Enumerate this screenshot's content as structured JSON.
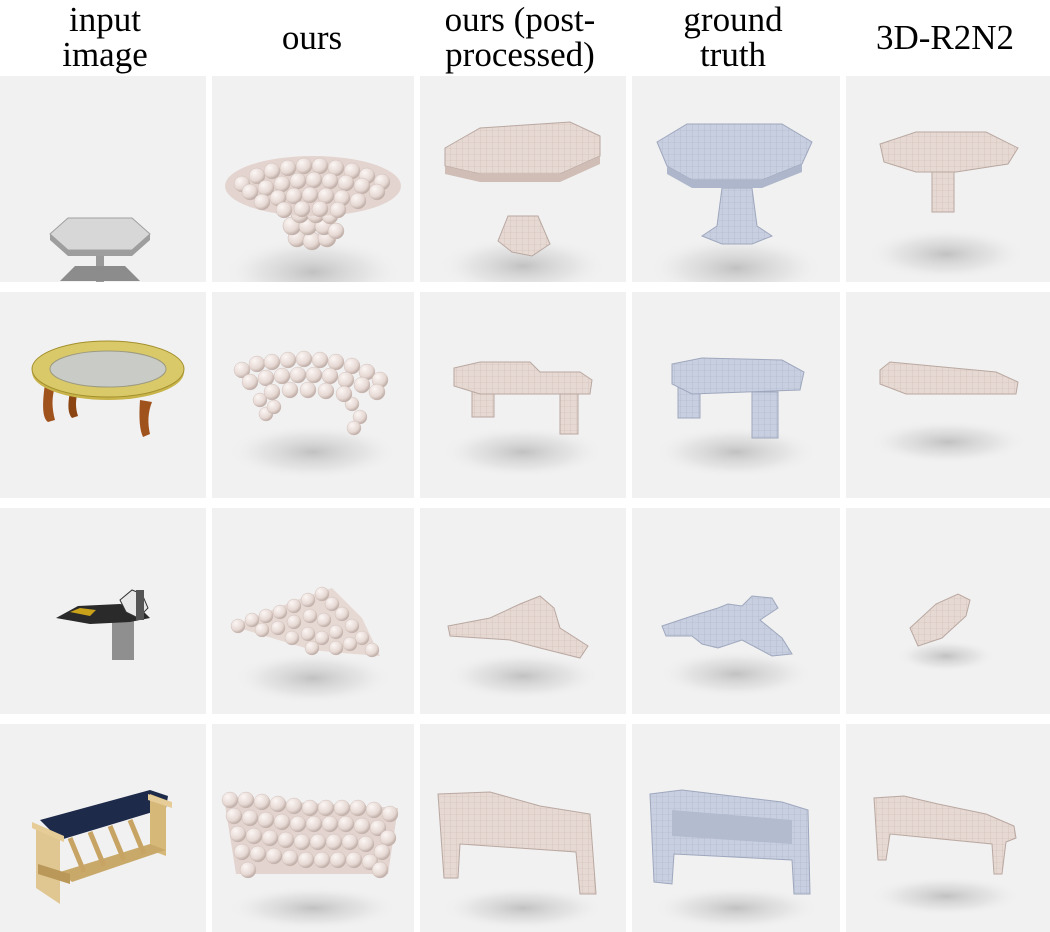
{
  "headers": [
    {
      "lines": [
        "input",
        "image"
      ]
    },
    {
      "lines": [
        "ours"
      ]
    },
    {
      "lines": [
        "ours (post-",
        "processed)"
      ]
    },
    {
      "lines": [
        "ground",
        "truth"
      ]
    },
    {
      "lines": [
        "3D-R2N2"
      ]
    }
  ],
  "rows": [
    {
      "object": "octagonal-table",
      "cells": [
        "input-image",
        "ours",
        "ours-post-processed",
        "ground-truth",
        "3d-r2n2"
      ]
    },
    {
      "object": "oval-coffee-table",
      "cells": [
        "input-image",
        "ours",
        "ours-post-processed",
        "ground-truth",
        "3d-r2n2"
      ]
    },
    {
      "object": "airplane",
      "cells": [
        "input-image",
        "ours",
        "ours-post-processed",
        "ground-truth",
        "3d-r2n2"
      ]
    },
    {
      "object": "bench",
      "cells": [
        "input-image",
        "ours",
        "ours-post-processed",
        "ground-truth",
        "3d-r2n2"
      ]
    }
  ],
  "colors": {
    "background": "#f1f1f1",
    "ours": "#eee3df",
    "post_processed": "#e9ddd8",
    "ground_truth": "#c9d0e2",
    "r2n2": "#ecdcd6"
  }
}
